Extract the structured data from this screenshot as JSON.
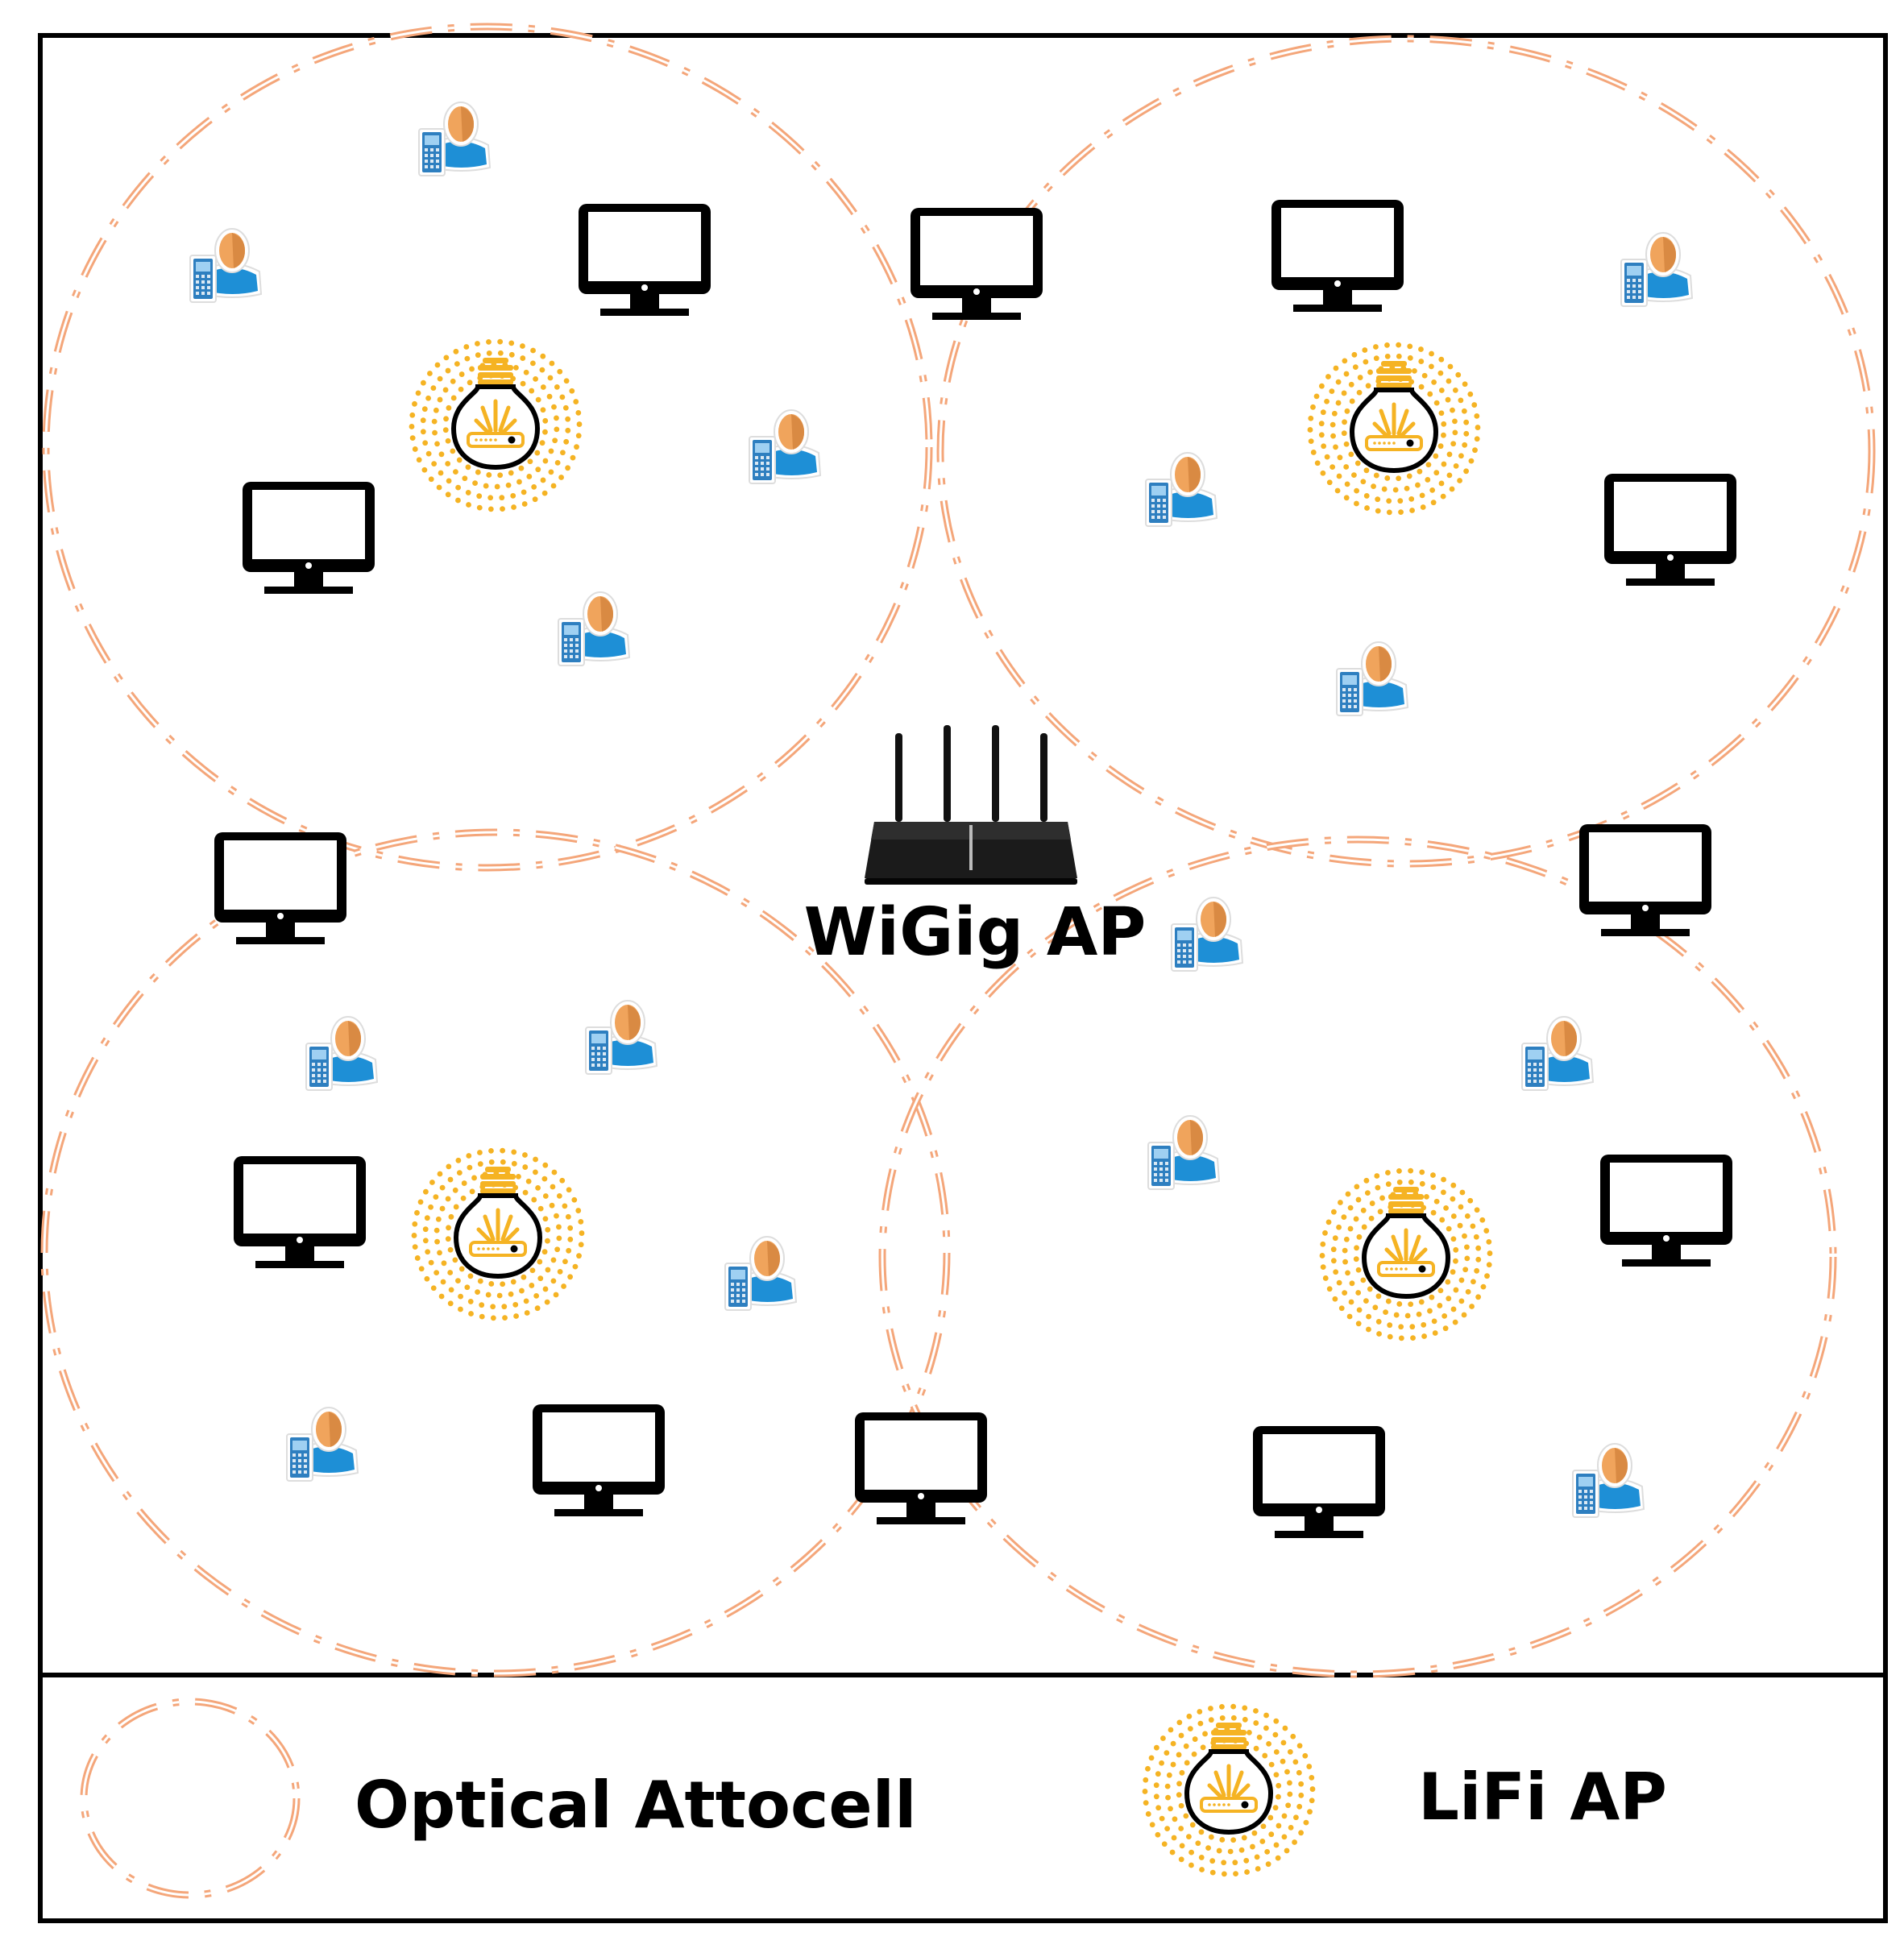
{
  "diagram": {
    "router_label": "WiGig AP"
  },
  "legend": {
    "cell_label": "Optical Attocell",
    "lifi_label": "LiFi AP"
  },
  "colors": {
    "cell_stroke": "#f4a67a",
    "bulb": "#f5b323",
    "monitor": "#000000",
    "user_body": "#1e8fd6",
    "user_head": "#f0a45c",
    "phone": "#2e7fc0",
    "frame": "#000000"
  },
  "icons": {
    "cell": "dash-dot-circle",
    "lifi_ap": "lightbulb-router-icon",
    "router": "wifi-router-icon",
    "monitor": "desktop-monitor-icon",
    "user": "mobile-user-icon"
  }
}
